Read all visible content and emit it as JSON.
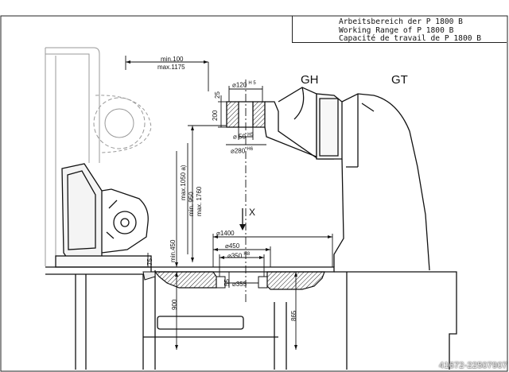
{
  "title_block": {
    "line_de": "Arbeitsbereich der P 1800 B",
    "line_en": "Working Range of P 1800 B",
    "line_fr": "Capacité de travail de P 1800 B"
  },
  "labels": {
    "gh": "GH",
    "gt": "GT",
    "x_axis": "X"
  },
  "dimensions": {
    "min100": "min.100",
    "max1175": "max.1175",
    "d120": "⌀120",
    "d120_tol": "H 5",
    "d25": "25",
    "d200": "200",
    "d50": "⌀ 50",
    "d50_tol": "H5",
    "d280": "⌀280",
    "d280_tol": "H6",
    "max1050": "max.1050 a)",
    "min950": "min. 950",
    "max1760": "max. 1760",
    "min450": "min.450",
    "d75": "75",
    "d1400": "⌀1400",
    "d450": "⌀450",
    "d350": "⌀350",
    "d350_tol": "H8",
    "d55": "55",
    "d355": "⌀355",
    "d900": "900",
    "d865": "865"
  },
  "watermark": "41672-22507907"
}
